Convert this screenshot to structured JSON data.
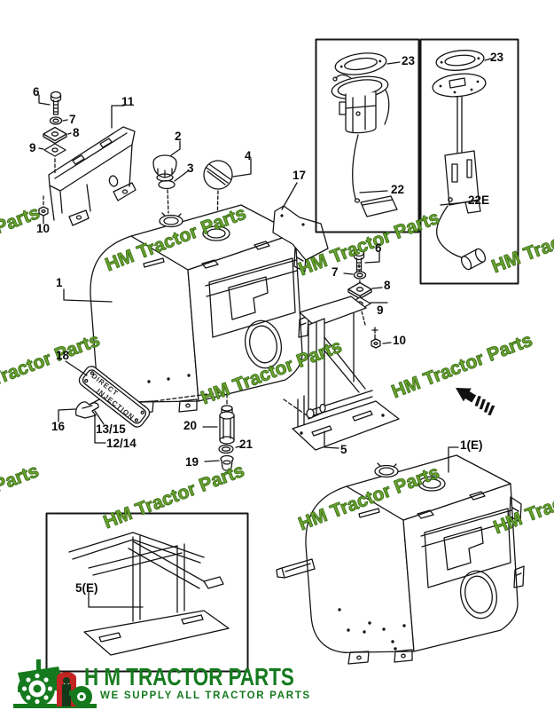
{
  "watermark": {
    "text": "HM Tractor Parts",
    "short_text": "Parts",
    "color": "#6aa32e"
  },
  "decal": {
    "line1": "DIRECT",
    "line2": "INJECTION"
  },
  "logo": {
    "title": "H M TRACTOR PARTS",
    "subtitle": "WE SUPPLY ALL TRACTOR PARTS",
    "color": "#157a1e"
  },
  "callouts": [
    "6",
    "7",
    "8",
    "9",
    "11",
    "10",
    "2",
    "3",
    "4",
    "1",
    "17",
    "23",
    "22",
    "23",
    "22E",
    "6",
    "7",
    "8",
    "9",
    "10",
    "5",
    "18",
    "16",
    "13/15",
    "12/14",
    "20",
    "21",
    "19",
    "5(E)",
    "1(E)"
  ]
}
